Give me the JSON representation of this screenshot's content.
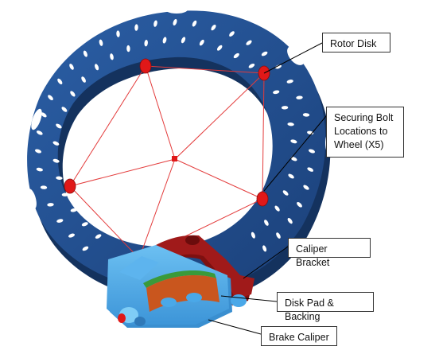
{
  "callouts": {
    "rotor_disk": "Rotor Disk",
    "securing_bolt": "Securing Bolt\nLocations to\nWheel (X5)",
    "caliper_bracket": "Caliper Bracket",
    "disk_pad": "Disk Pad & Backing",
    "brake_caliper": "Brake Caliper"
  },
  "colors": {
    "rotor": "#21508f",
    "rotor_shadow": "#14325e",
    "bolt": "#e01818",
    "construction_line": "#e33b3b",
    "caliper": "#4aa8e8",
    "bracket": "#9b1414",
    "pad": "#c9561e",
    "backing": "#3a9a3a"
  }
}
